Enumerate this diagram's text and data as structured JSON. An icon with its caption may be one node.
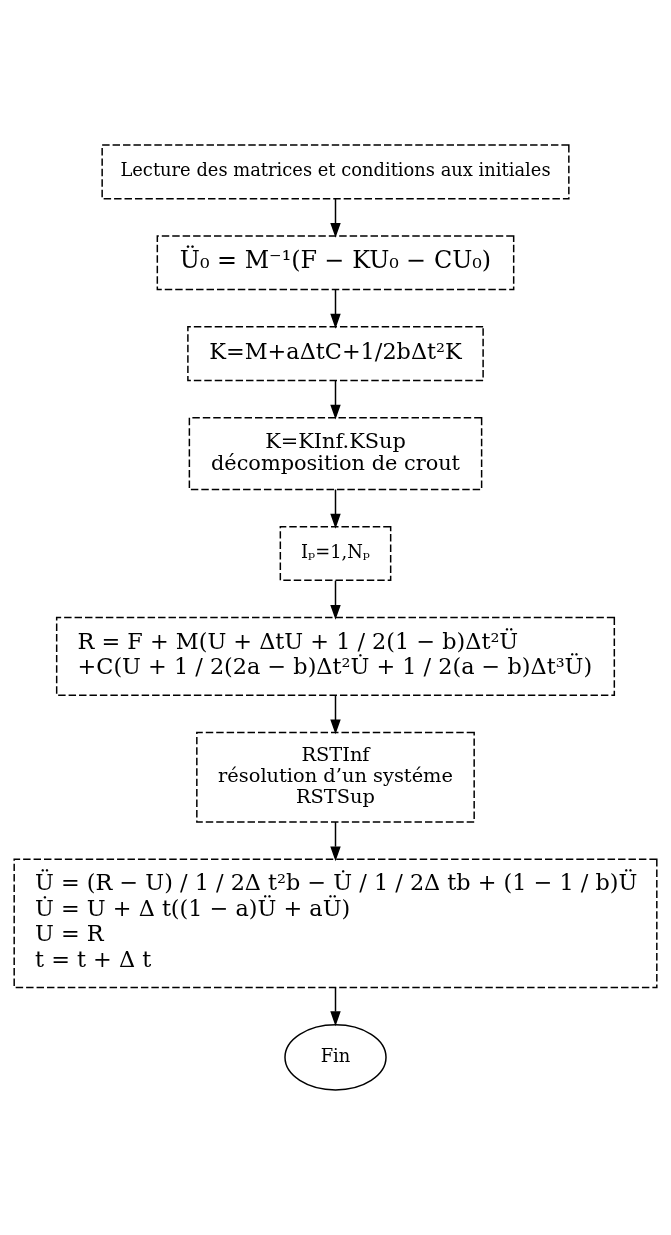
{
  "diagram": {
    "nodes": [
      {
        "text": [
          "Lecture des matrices et conditions aux initiales"
        ]
      },
      {
        "text": [
          "Ü₀ = M⁻¹(F − KU₀ − CU₀)"
        ]
      },
      {
        "text": [
          "K=M+aΔtC+1/2bΔt²K"
        ]
      },
      {
        "text": [
          "K=KInf.KSup",
          "décomposition de crout"
        ]
      },
      {
        "text": [
          "Iₚ=1,Nₚ"
        ]
      },
      {
        "text": [
          "R = F + M(U + ΔtU + 1 / 2(1 − b)Δt²Ü",
          "+C(U + 1 / 2(2a − b)Δt²U̇ + 1 / 2(a − b)Δt³Ü)"
        ]
      },
      {
        "text": [
          "RSTInf",
          "résolution d’un systéme",
          "RSTSup"
        ]
      },
      {
        "text": [
          "Ü = (R − U) / 1 / 2Δ t²b − U̇ / 1 / 2Δ tb + (1 − 1 / b)Ü",
          "U̇ = U + Δ t((1 − a)Ü + aÜ)",
          "U = R",
          "t = t + Δ t"
        ]
      },
      {
        "text": [
          "Fin"
        ]
      }
    ],
    "edges": [
      {
        "from": 0,
        "to": 1,
        "arrow": "to"
      },
      {
        "from": 1,
        "to": 2,
        "arrow": "to"
      },
      {
        "from": 2,
        "to": 3,
        "arrow": "to"
      },
      {
        "from": 3,
        "to": 4,
        "arrow": "to"
      },
      {
        "from": 4,
        "to": 5,
        "arrow": "to"
      },
      {
        "from": 5,
        "to": 6,
        "arrow": "to"
      },
      {
        "from": 6,
        "to": 7,
        "arrow": "to"
      },
      {
        "from": 7,
        "to": 8,
        "arrow": "to"
      }
    ]
  }
}
